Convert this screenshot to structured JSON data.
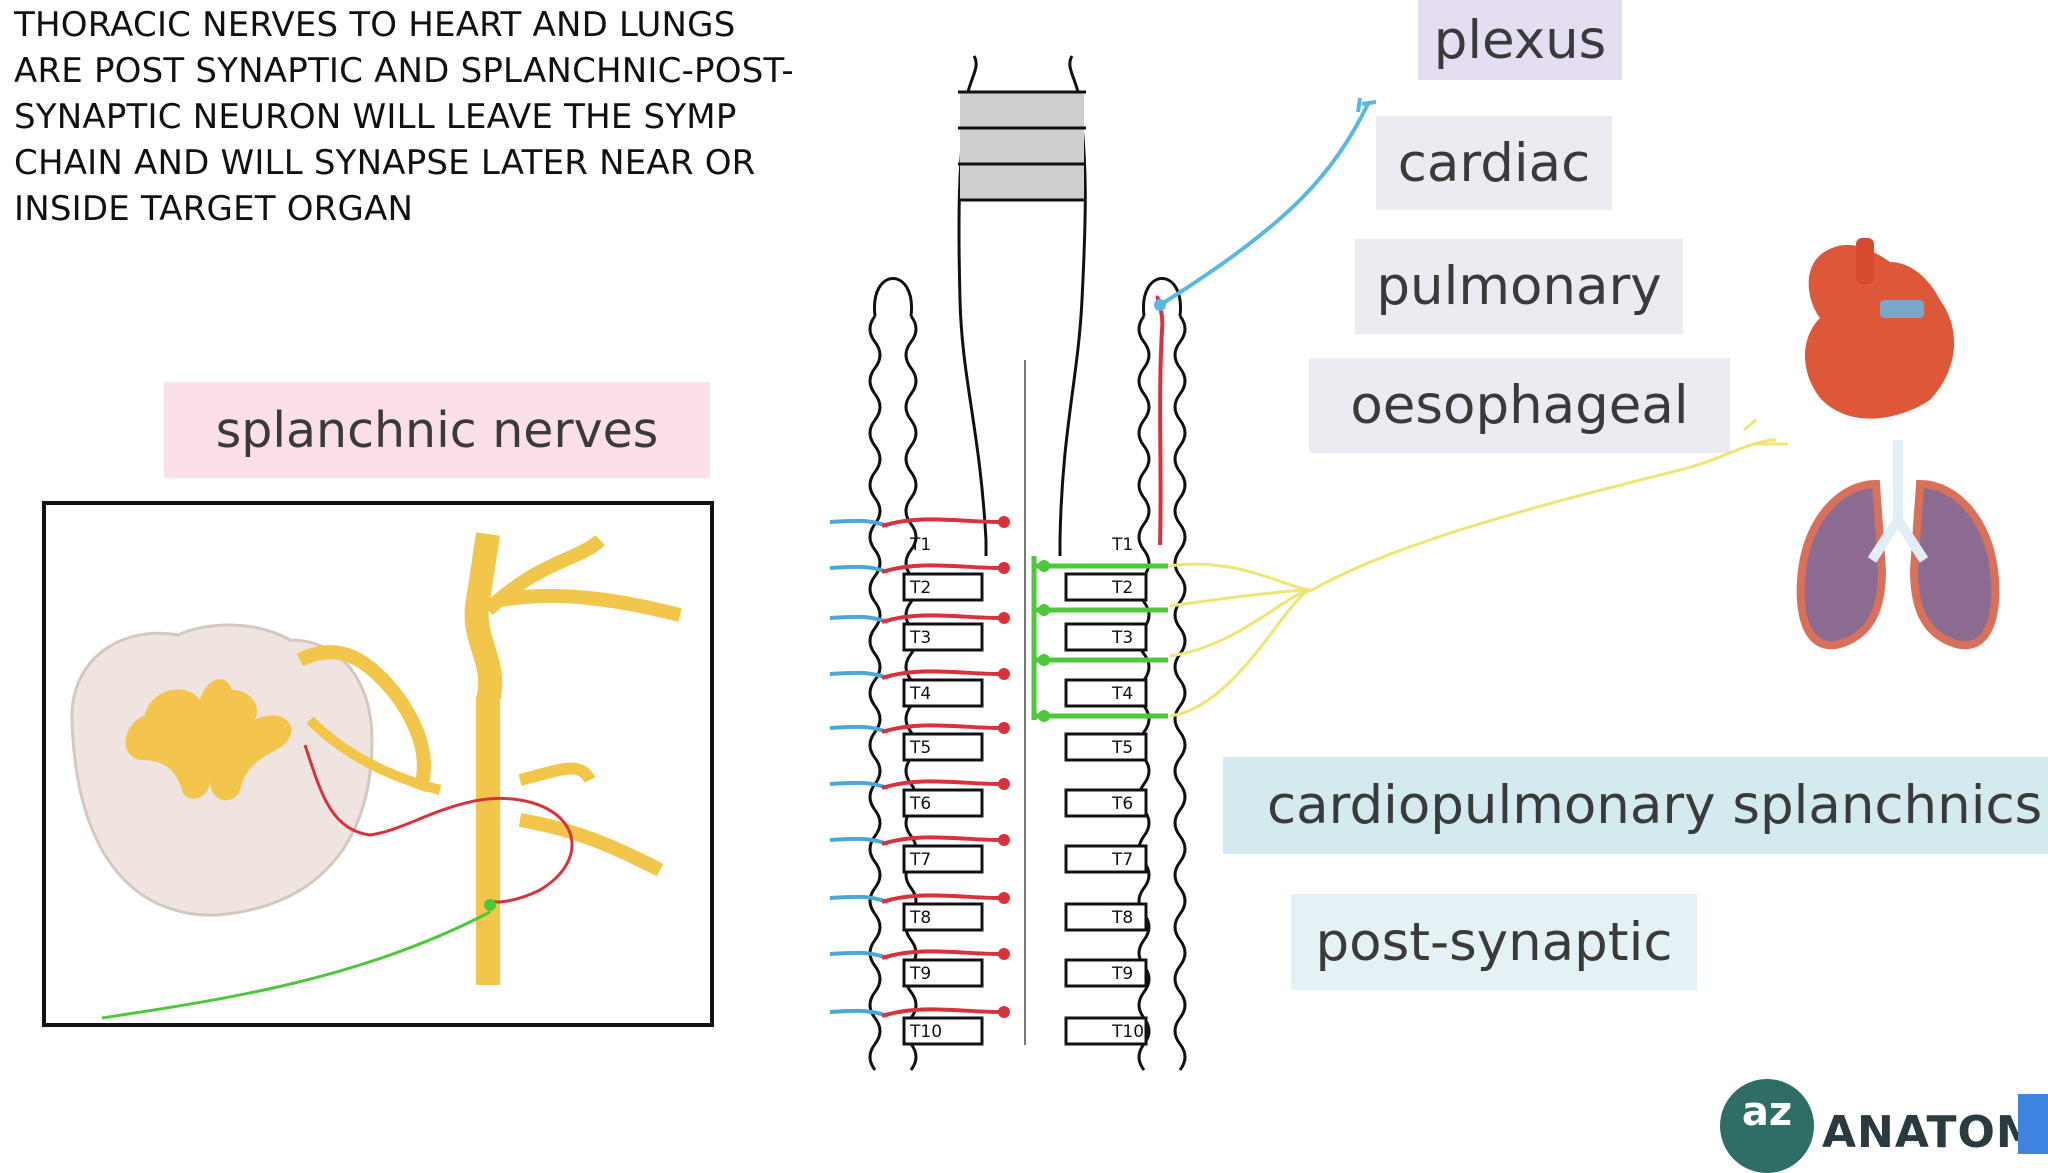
{
  "intro_text": "THORACIC NERVES TO HEART AND LUNGS\nARE POST SYNAPTIC AND SPLANCHNIC-POST-\nSYNAPTIC NEURON  WILL LEAVE  THE SYMP\nCHAIN AND WILL SYNAPSE LATER NEAR OR\nINSIDE TARGET ORGAN",
  "labels": {
    "plexus": "plexus",
    "cardiac": "cardiac",
    "pulmonary": "pulmonary",
    "oesophageal": "oesophageal",
    "cardiopulmonary": "cardiopulmonary splanchnics",
    "post_synaptic": "post-synaptic",
    "splanchnic": "splanchnic nerves"
  },
  "vertebrae": [
    "T1",
    "T2",
    "T3",
    "T4",
    "T5",
    "T6",
    "T7",
    "T8",
    "T9",
    "T10"
  ],
  "logo": {
    "mark": "az",
    "text": "ANATOMYZ"
  },
  "colors": {
    "presynaptic": "#d8323c",
    "postsynaptic_green": "#4cc83a",
    "sensory_blue": "#4aa8d8",
    "plexus_yellow": "#efe573",
    "plexus_blue": "#5bb7e0",
    "nerve_yellow": "#f2c64a"
  },
  "icons": [
    "heart-icon",
    "lungs-icon",
    "spinal-cord-section-icon"
  ]
}
